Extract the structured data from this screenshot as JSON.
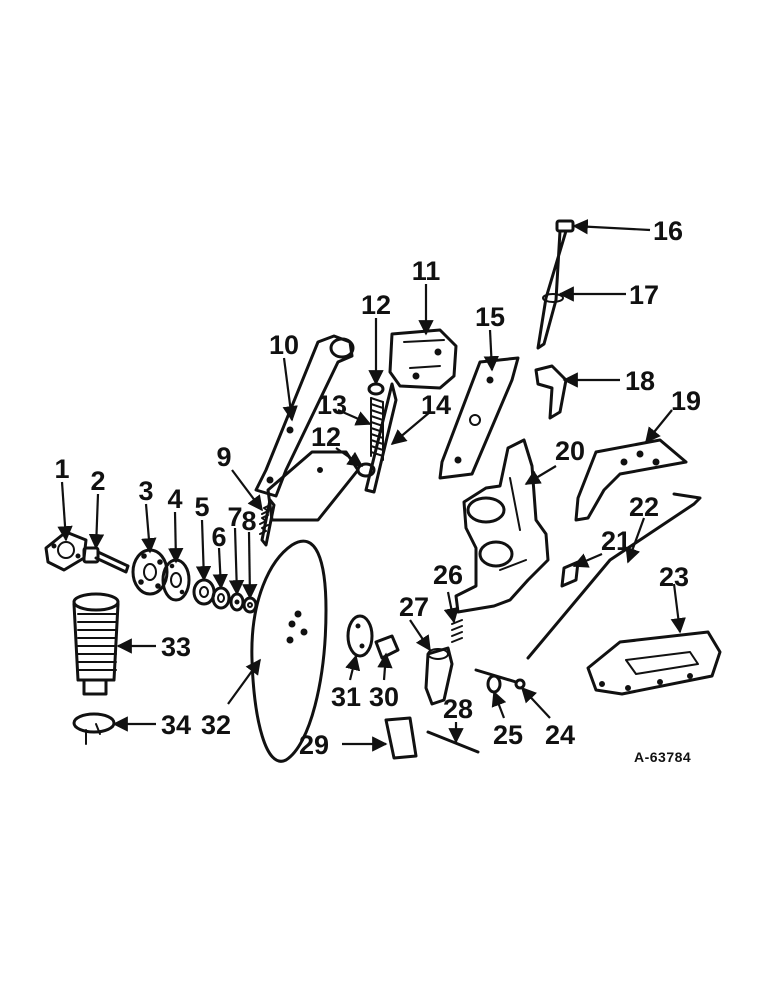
{
  "diagram": {
    "reference_number": "A-63784",
    "callout_numbers": [
      "1",
      "2",
      "3",
      "4",
      "5",
      "6",
      "7",
      "8",
      "9",
      "10",
      "11",
      "12",
      "13",
      "14",
      "15",
      "16",
      "17",
      "18",
      "19",
      "20",
      "21",
      "22",
      "23",
      "24",
      "25",
      "26",
      "27",
      "28",
      "29",
      "30",
      "31",
      "32",
      "33",
      "34"
    ],
    "second_callout_12": "12"
  }
}
